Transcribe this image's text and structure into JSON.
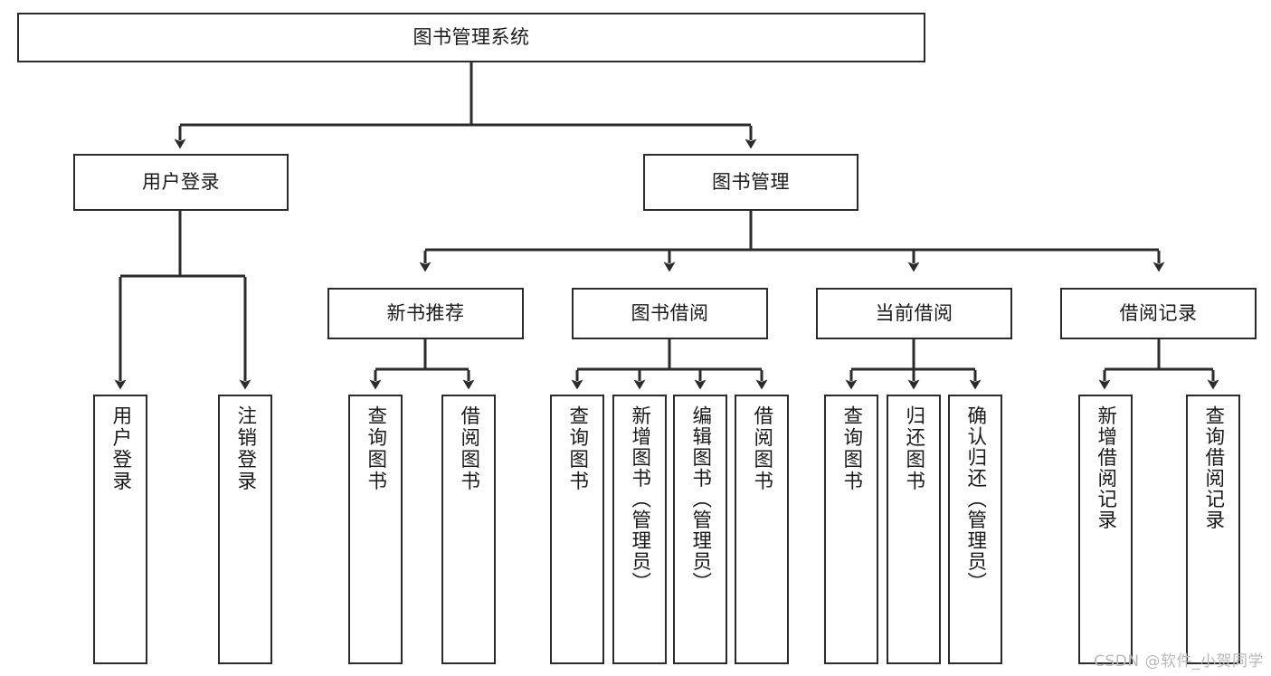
{
  "diagram": {
    "title": "图书管理系统",
    "type": "tree-hierarchy-chart",
    "watermark": "CSDN @软件_小贺同学",
    "colors": {
      "stroke": "#2b2b2b",
      "fill": "#ffffff",
      "text": "#1a1a1a",
      "watermark": "#b9b9b9"
    },
    "root": {
      "label": "图书管理系统"
    },
    "level2": [
      {
        "label": "用户登录"
      },
      {
        "label": "图书管理"
      }
    ],
    "level3": [
      {
        "label": "新书推荐"
      },
      {
        "label": "图书借阅"
      },
      {
        "label": "当前借阅"
      },
      {
        "label": "借阅记录"
      }
    ],
    "leaves": {
      "user_login": [
        {
          "label": "用户登录"
        },
        {
          "label": "注销登录"
        }
      ],
      "new_book_rec": [
        {
          "label": "查询图书"
        },
        {
          "label": "借阅图书"
        }
      ],
      "book_borrow": [
        {
          "label": "查询图书"
        },
        {
          "label": "新增图书（管理员）"
        },
        {
          "label": "编辑图书（管理员）"
        },
        {
          "label": "借阅图书"
        }
      ],
      "current_borrow": [
        {
          "label": "查询图书"
        },
        {
          "label": "归还图书"
        },
        {
          "label": "确认归还（管理员）"
        }
      ],
      "borrow_record": [
        {
          "label": "新增借阅记录"
        },
        {
          "label": "查询借阅记录"
        }
      ]
    }
  }
}
